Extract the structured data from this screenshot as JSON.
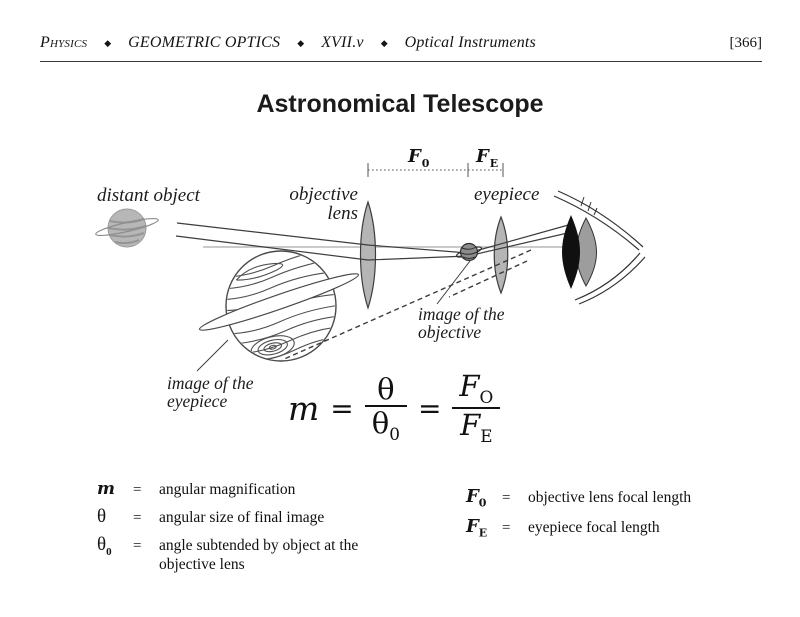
{
  "header": {
    "subject": "Physics",
    "separator": "◆",
    "section": "GEOMETRIC OPTICS",
    "chapter": "XVII.v",
    "topic": "Optical Instruments",
    "page_number": "[366]"
  },
  "title": "Astronomical Telescope",
  "diagram": {
    "labels": {
      "distant_object": "distant object",
      "objective_line1": "objective",
      "objective_line2": "lens",
      "eyepiece": "eyepiece",
      "image_objective_line1": "image of the",
      "image_objective_line2": "objective",
      "image_eyepiece_line1": "image of the",
      "image_eyepiece_line2": "eyepiece"
    },
    "focal_marks": {
      "f0": {
        "base": "F",
        "sub": "0"
      },
      "fe": {
        "base": "F",
        "sub": "E"
      }
    }
  },
  "formula": {
    "m": "m",
    "eq": "=",
    "theta": "θ",
    "theta0_base": "θ",
    "theta0_sub": "0",
    "fo_base": "F",
    "fo_sub": "O",
    "fe_base": "F",
    "fe_sub": "E"
  },
  "legend_left": {
    "rows": [
      {
        "sym": "m",
        "sub": "",
        "eq": "=",
        "desc": "angular magnification",
        "desc2": ""
      },
      {
        "sym": "θ",
        "sub": "",
        "eq": "=",
        "desc": "angular size of final image",
        "desc2": ""
      },
      {
        "sym": "θ",
        "sub": "0",
        "eq": "=",
        "desc": "angle subtended by object at the",
        "desc2": "objective lens"
      }
    ]
  },
  "legend_right": {
    "rows": [
      {
        "sym": "F",
        "sub": "0",
        "eq": "=",
        "desc": "objective lens focal length"
      },
      {
        "sym": "F",
        "sub": "E",
        "eq": "=",
        "desc": "eyepiece focal length"
      }
    ]
  },
  "colors": {
    "lens_fill": "#b5b5b5",
    "eye_lens_fill": "#9d9d9d",
    "pupil_fill": "#101010",
    "axis": "#b9b9b9",
    "line": "#3d3d3d"
  }
}
